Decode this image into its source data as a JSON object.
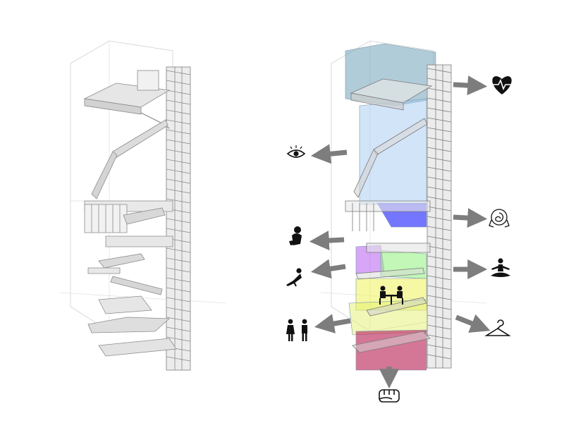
{
  "diagram": {
    "views": [
      {
        "id": "tower-plain"
      },
      {
        "id": "tower-program"
      }
    ],
    "program_zones": [
      {
        "id": "top-room",
        "color": "#6fa3b8"
      },
      {
        "id": "tall-void",
        "color": "#9cc4f0"
      },
      {
        "id": "upper-deck",
        "color": "#3a3cff"
      },
      {
        "id": "violet-room",
        "color": "#b65cf0"
      },
      {
        "id": "green-room",
        "color": "#8ff07c"
      },
      {
        "id": "yellow-lower",
        "color": "#eef35a"
      },
      {
        "id": "yellow-deep",
        "color": "#e4f070"
      },
      {
        "id": "pink-base",
        "color": "#c23c6a"
      }
    ],
    "icons": [
      {
        "name": "heart-pulse-icon",
        "side": "right"
      },
      {
        "name": "eye-icon",
        "side": "left"
      },
      {
        "name": "spiral-hands-icon",
        "side": "right"
      },
      {
        "name": "sleeping-figure-icon",
        "side": "left"
      },
      {
        "name": "lounging-figure-icon",
        "side": "left"
      },
      {
        "name": "meditation-icon",
        "side": "right"
      },
      {
        "name": "dining-icon",
        "side": "center"
      },
      {
        "name": "toilet-figures-icon",
        "side": "left"
      },
      {
        "name": "hanger-icon",
        "side": "right"
      },
      {
        "name": "fist-icon",
        "side": "bottom"
      }
    ],
    "arrow_color": "#7d7d7d"
  }
}
